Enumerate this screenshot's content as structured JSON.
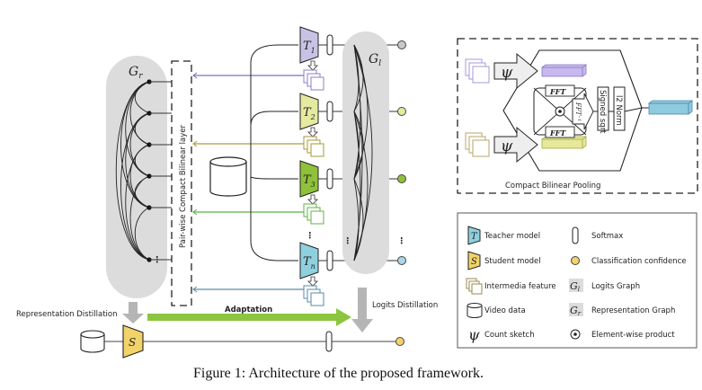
{
  "caption": "Figure 1: Architecture of the proposed framework.",
  "teachers": [
    {
      "label": "T",
      "sub": "1",
      "color": "#c8c3e6",
      "feature_color": "#8a80c9",
      "conf_color": "#c8c8c8"
    },
    {
      "label": "T",
      "sub": "2",
      "color": "#e6eaa0",
      "feature_color": "#a8953a",
      "conf_color": "#e6eaa0"
    },
    {
      "label": "T",
      "sub": "3",
      "color": "#8fc23a",
      "feature_color": "#66b24a",
      "conf_color": "#8fc23a"
    },
    {
      "label": "T",
      "sub": "n",
      "color": "#8fd0df",
      "feature_color": "#5a8aa8",
      "conf_color": "#a9d8e6"
    }
  ],
  "student": {
    "label": "S",
    "color": "#f2d36a",
    "conf_color": "#f2d36a"
  },
  "graphs": {
    "representation_graph": {
      "label": "G",
      "sub": "r"
    },
    "logits_graph": {
      "label": "G",
      "sub": "l"
    }
  },
  "labels": {
    "pairwise_layer": "Pair-wise Compact Bilinear layer",
    "representation_distillation": "Representation Distillation",
    "logits_distillation": "Logits Distillation",
    "adaptation": "Adaptation",
    "ellipsis": "⋮"
  },
  "cbp": {
    "title": "Compact Bilinear Pooling",
    "psi": "ψ",
    "fft": "FFT",
    "ifft": "FFT⁻¹",
    "signed_sqrt": "Signed sqrt",
    "l2_norm": "l2 Norm",
    "top_color": "#c8b8f0",
    "bottom_color": "#e6e89a",
    "output_color": "#8ecae0"
  },
  "legend": [
    {
      "icon": "teacher-model-icon",
      "text": "Teacher model"
    },
    {
      "icon": "softmax-icon",
      "text": "Softmax"
    },
    {
      "icon": "student-model-icon",
      "text": "Student model"
    },
    {
      "icon": "classification-confidence-icon",
      "text": "Classification confidence"
    },
    {
      "icon": "intermedia-feature-icon",
      "text": "Intermedia feature"
    },
    {
      "icon": "logits-graph-icon",
      "text": "Logits Graph",
      "g": "G",
      "sub": "l"
    },
    {
      "icon": "video-data-icon",
      "text": "Video data"
    },
    {
      "icon": "representation-graph-icon",
      "text": "Representation Graph",
      "g": "G",
      "sub": "r"
    },
    {
      "icon": "count-sketch-icon",
      "text": "Count sketch",
      "glyph": "ψ"
    },
    {
      "icon": "element-wise-product-icon",
      "text": "Element-wise product"
    }
  ],
  "colors": {
    "adaptation_arrow": "#8cc63f",
    "distill_arrow": "#b5b5b5",
    "graph_bg": "#dcdcdc"
  }
}
